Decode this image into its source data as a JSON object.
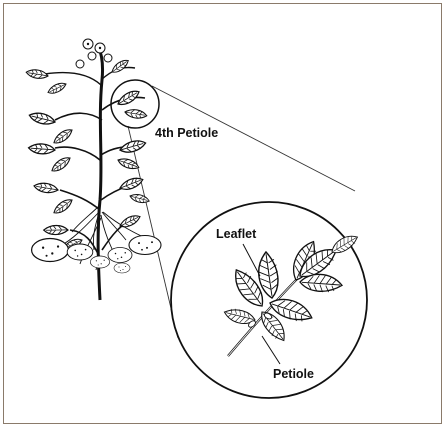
{
  "labels": {
    "fourth_petiole": "4th Petiole",
    "leaflet": "Leaflet",
    "petiole": "Petiole"
  },
  "colors": {
    "ink": "#111111",
    "frame": "#8a7a6a",
    "background": "#ffffff"
  }
}
